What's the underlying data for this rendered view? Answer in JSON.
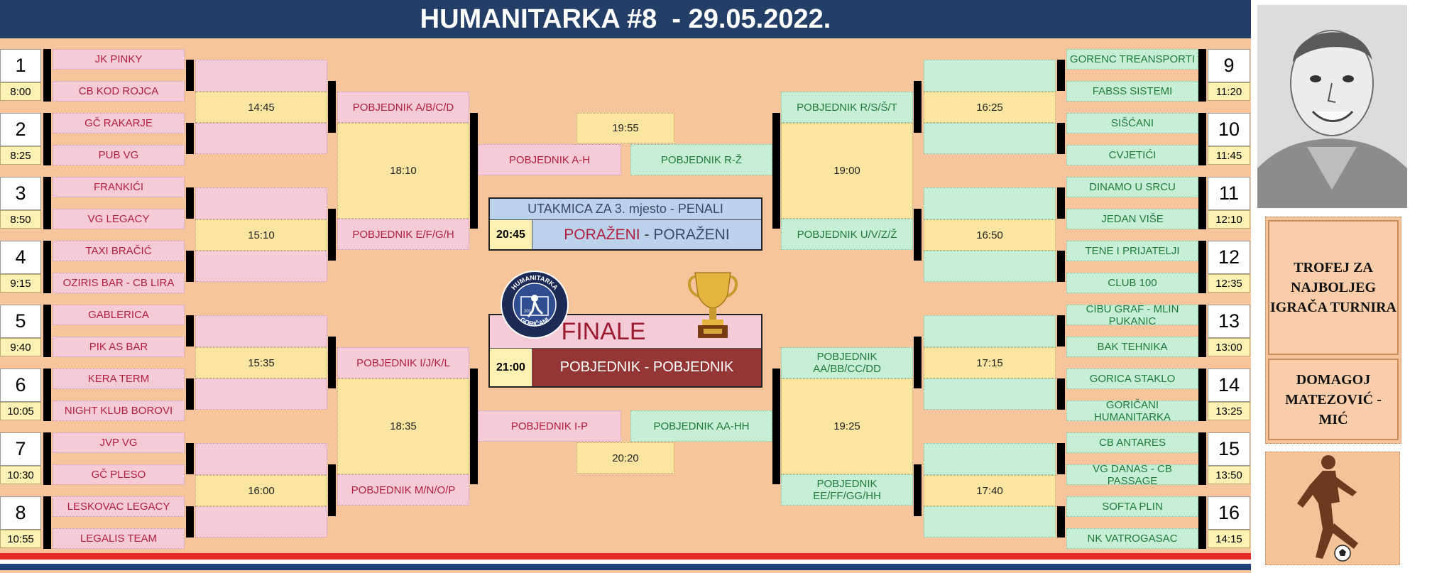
{
  "title": "HUMANITARKA #8  - 29.05.2022.",
  "colors": {
    "header": "#243f67",
    "pink": "#f6cbd8",
    "green": "#c7efd5",
    "yellow": "#fae6a1",
    "final_dark": "#943634",
    "bg": "#f7c59b"
  },
  "left_teams": [
    "JK PINKY",
    "CB KOD ROJCA",
    "GČ RAKARJE",
    "PUB VG",
    "FRANKIĆI",
    "VG LEGACY",
    "TAXI BRAČIĆ",
    "OZIRIS BAR - CB LIRA",
    "GABLERICA",
    "PIK AS BAR",
    "KERA TERM",
    "NIGHT KLUB BOROVI",
    "JVP VG",
    "GČ PLESO",
    "LESKOVAC LEGACY",
    "LEGALIS TEAM"
  ],
  "right_teams": [
    "GORENC TREANSPORTI",
    "FABSS SISTEMI",
    "SIŠĆANI",
    "CVJETIĆI",
    "DINAMO U SRCU",
    "JEDAN VIŠE",
    "TENE I PRIJATELJI",
    "CLUB 100",
    "CIBU GRAF - MLIN PUKANIC",
    "BAK TEHNIKA",
    "GORICA STAKLO",
    "GORIČANI HUMANITARKA",
    "CB ANTARES",
    "VG DANAS - CB PASSAGE",
    "SOFTA PLIN",
    "NK VATROGASAC"
  ],
  "left_groups": [
    {
      "number": "1",
      "time": "8:00"
    },
    {
      "number": "2",
      "time": "8:25"
    },
    {
      "number": "3",
      "time": "8:50"
    },
    {
      "number": "4",
      "time": "9:15"
    },
    {
      "number": "5",
      "time": "9:40"
    },
    {
      "number": "6",
      "time": "10:05"
    },
    {
      "number": "7",
      "time": "10:30"
    },
    {
      "number": "8",
      "time": "10:55"
    }
  ],
  "right_groups": [
    {
      "number": "9",
      "time": "11:20"
    },
    {
      "number": "10",
      "time": "11:45"
    },
    {
      "number": "11",
      "time": "12:10"
    },
    {
      "number": "12",
      "time": "12:35"
    },
    {
      "number": "13",
      "time": "13:00"
    },
    {
      "number": "14",
      "time": "13:25"
    },
    {
      "number": "15",
      "time": "13:50"
    },
    {
      "number": "16",
      "time": "14:15"
    }
  ],
  "left_r2_times": [
    "14:45",
    "15:10",
    "15:35",
    "16:00"
  ],
  "right_r2_times": [
    "16:25",
    "16:50",
    "17:15",
    "17:40"
  ],
  "left_qf": [
    "POBJEDNIK A/B/C/D",
    "POBJEDNIK E/F/G/H",
    "POBJEDNIK I/J/K/L",
    "POBJEDNIK M/N/O/P"
  ],
  "right_qf": [
    "POBJEDNIK R/S/Š/T",
    "POBJEDNIK U/V/Z/Ž",
    "POBJEDNIK AA/BB/CC/DD",
    "POBJEDNIK EE/FF/GG/HH"
  ],
  "left_qf_times": [
    "18:10",
    "18:35"
  ],
  "right_qf_times": [
    "19:00",
    "19:25"
  ],
  "semis": {
    "top_time": "19:55",
    "top_left": "POBJEDNIK A-H",
    "top_right": "POBJEDNIK R-Ž",
    "bottom_time": "20:20",
    "bottom_left": "POBJEDNIK I-P",
    "bottom_right": "POBJEDNIK AA-HH"
  },
  "third_place": {
    "title": "UTAKMICA ZA 3. mjesto - PENALI",
    "time": "20:45",
    "left": "PORAŽENI",
    "sep": " - ",
    "right": "PORAŽENI"
  },
  "final": {
    "title": "FINALE",
    "time": "21:00",
    "teams": "POBJEDNIK - POBJEDNIK"
  },
  "logo": {
    "top": "HUMANITARKA",
    "bottom": "GORIČANI",
    "year": "2014"
  },
  "trophy_panel": {
    "title": "TROFEJ ZA NAJBOLJEG IGRAČA TURNIRA",
    "player": "DOMAGOJ MATEZOVIĆ - MIĆ"
  }
}
